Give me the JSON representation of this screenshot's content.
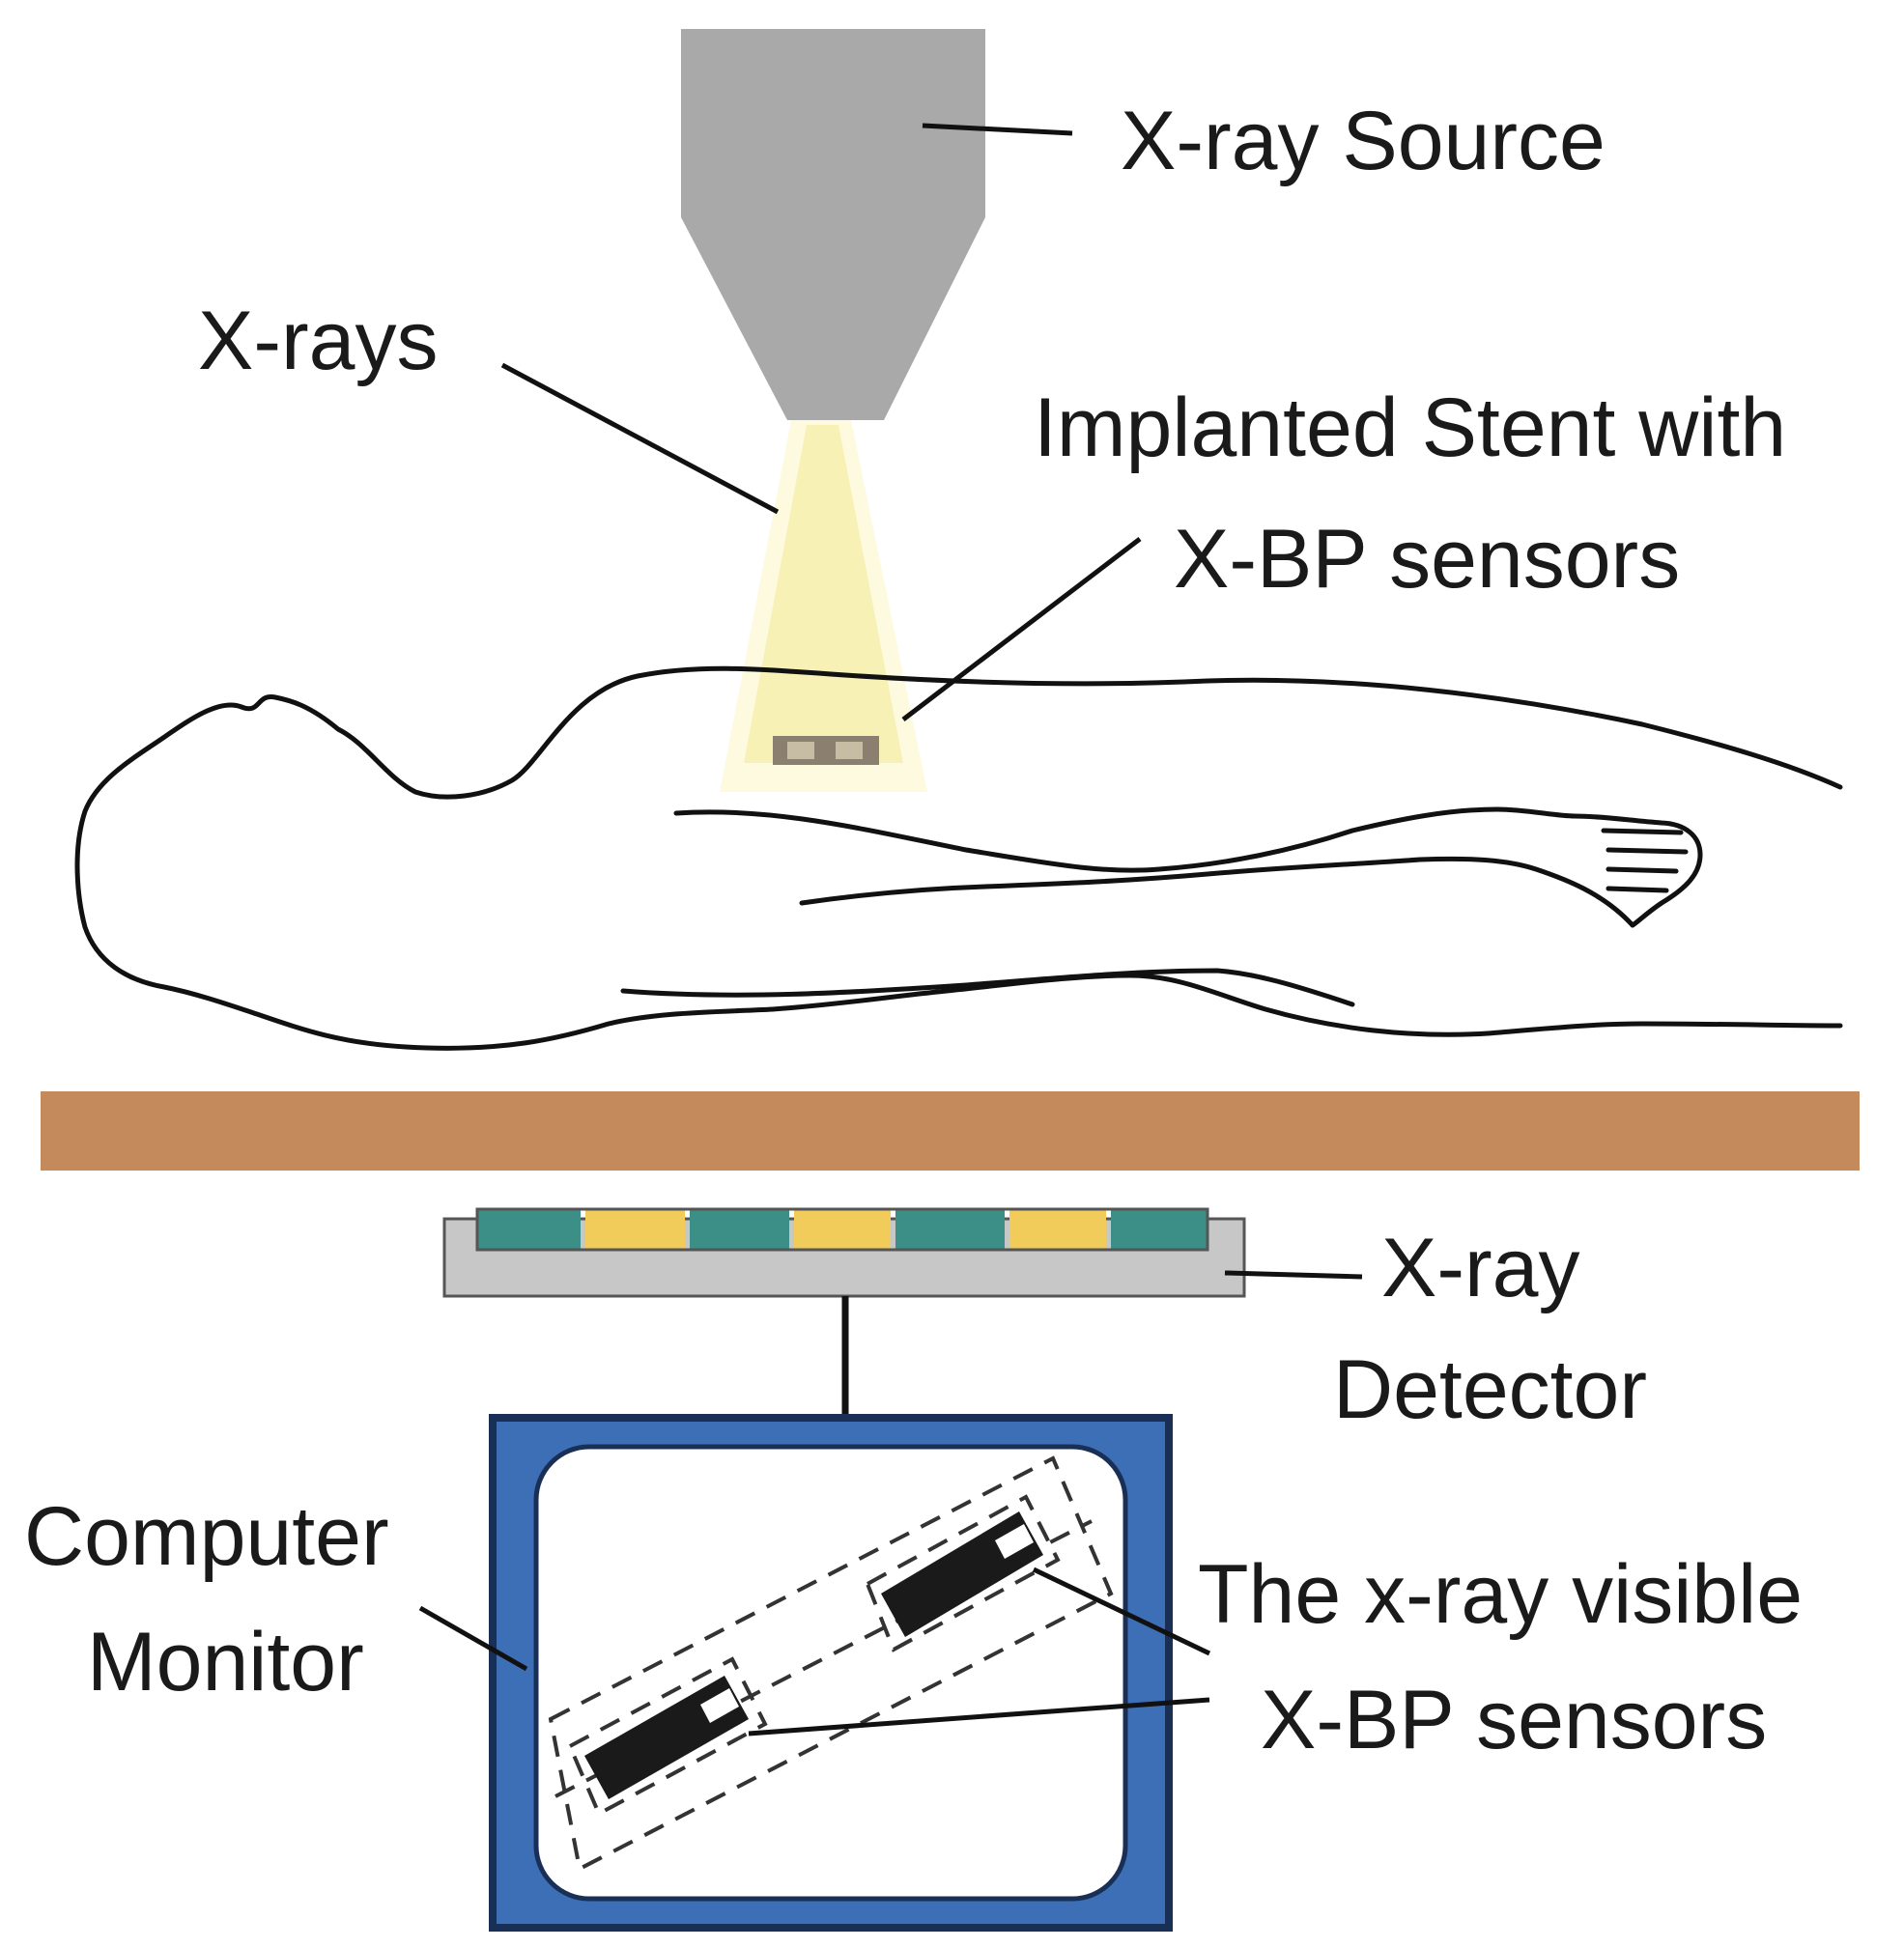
{
  "labels": {
    "xray_source": "X-ray Source",
    "xrays": "X-rays",
    "stent_line1": "Implanted Stent with",
    "stent_line2": "X-BP sensors",
    "detector_line1": "X-ray",
    "detector_line2": "Detector",
    "monitor_line1": "Computer",
    "monitor_line2": "Monitor",
    "visible_line1": "The x-ray visible",
    "visible_line2": "X-BP sensors"
  },
  "colors": {
    "source_gray": "#a9a9a9",
    "beam_yellow": "#fbf6c4",
    "table_brown": "#c58a5c",
    "detector_teal": "#3b8f86",
    "detector_yellow": "#f1cc5a",
    "detector_base": "#c7c7c7",
    "monitor_blue": "#3d6fb6",
    "sensor_black": "#1a1a1a"
  }
}
